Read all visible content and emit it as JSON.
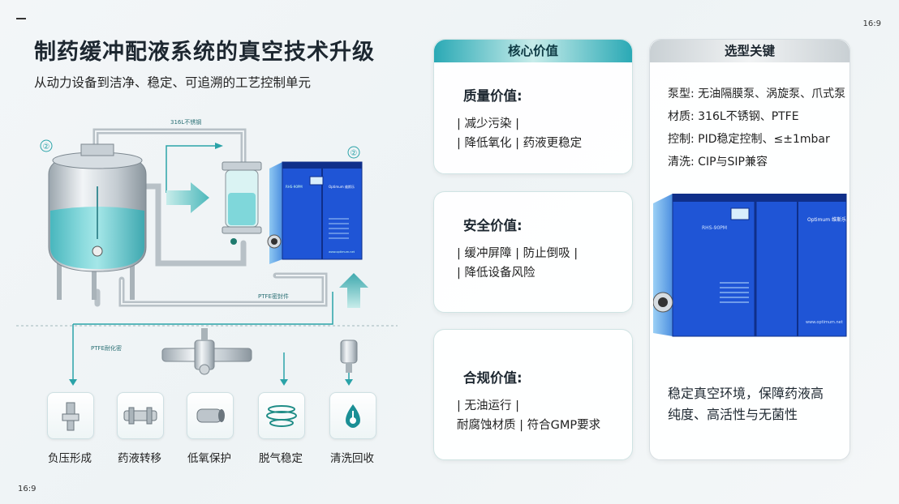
{
  "corner_top_right": "16:9",
  "corner_bottom_left": "16:9",
  "header": {
    "title": "制药缓冲配液系统的真空技术升级",
    "subtitle": "从动力设备到洁净、稳定、可追溯的工艺控制单元"
  },
  "diagram": {
    "marker_left": "②",
    "marker_right": "②",
    "pipe_label_top": "316L不锈钢",
    "pipe_label_mid": "PTFE密封件",
    "pipe_label_left": "PTFE耐化密",
    "pump_label": "RHS-90PM",
    "pump_brand": "Optimum 维斯乐",
    "pump_site": "www.optimum.net",
    "steps": [
      {
        "label": "负压形成",
        "icon": "valve-fitting-icon"
      },
      {
        "label": "药液转移",
        "icon": "pipe-coupling-icon"
      },
      {
        "label": "低氧保护",
        "icon": "cylinder-tube-icon"
      },
      {
        "label": "脱气稳定",
        "icon": "degas-rings-icon"
      },
      {
        "label": "清洗回收",
        "icon": "cleaning-drop-icon"
      }
    ]
  },
  "value_panel": {
    "banner": "核心价值",
    "sections": [
      {
        "title": "质量价值:",
        "lines": [
          "| 减少污染 |",
          "| 降低氧化 | 药液更稳定"
        ]
      },
      {
        "title": "安全价值:",
        "lines": [
          "| 缓冲屏障 | 防止倒吸 |",
          "| 降低设备风险"
        ]
      },
      {
        "title": "合规价值:",
        "lines": [
          "| 无油运行 |",
          "耐腐蚀材质 | 符合GMP要求"
        ]
      }
    ]
  },
  "selection_panel": {
    "banner": "选型关键",
    "lines": [
      "泵型: 无油隔膜泵、涡旋泵、爪式泵",
      "材质: 316L不锈钢、PTFE",
      "控制: PID稳定控制、≤±1mbar",
      "清洗: CIP与SIP兼容"
    ],
    "pump_label": "RHS-90PM",
    "pump_brand": "Optimum 维斯乐",
    "pump_site": "www.optimum.net",
    "description": "稳定真空环境，保障药液高纯度、高活性与无菌性"
  },
  "colors": {
    "accent": "#2aa9b5",
    "pump_blue": "#1f55d6",
    "pump_dark": "#0f2f8a",
    "liquid": "#5fd0d4"
  }
}
